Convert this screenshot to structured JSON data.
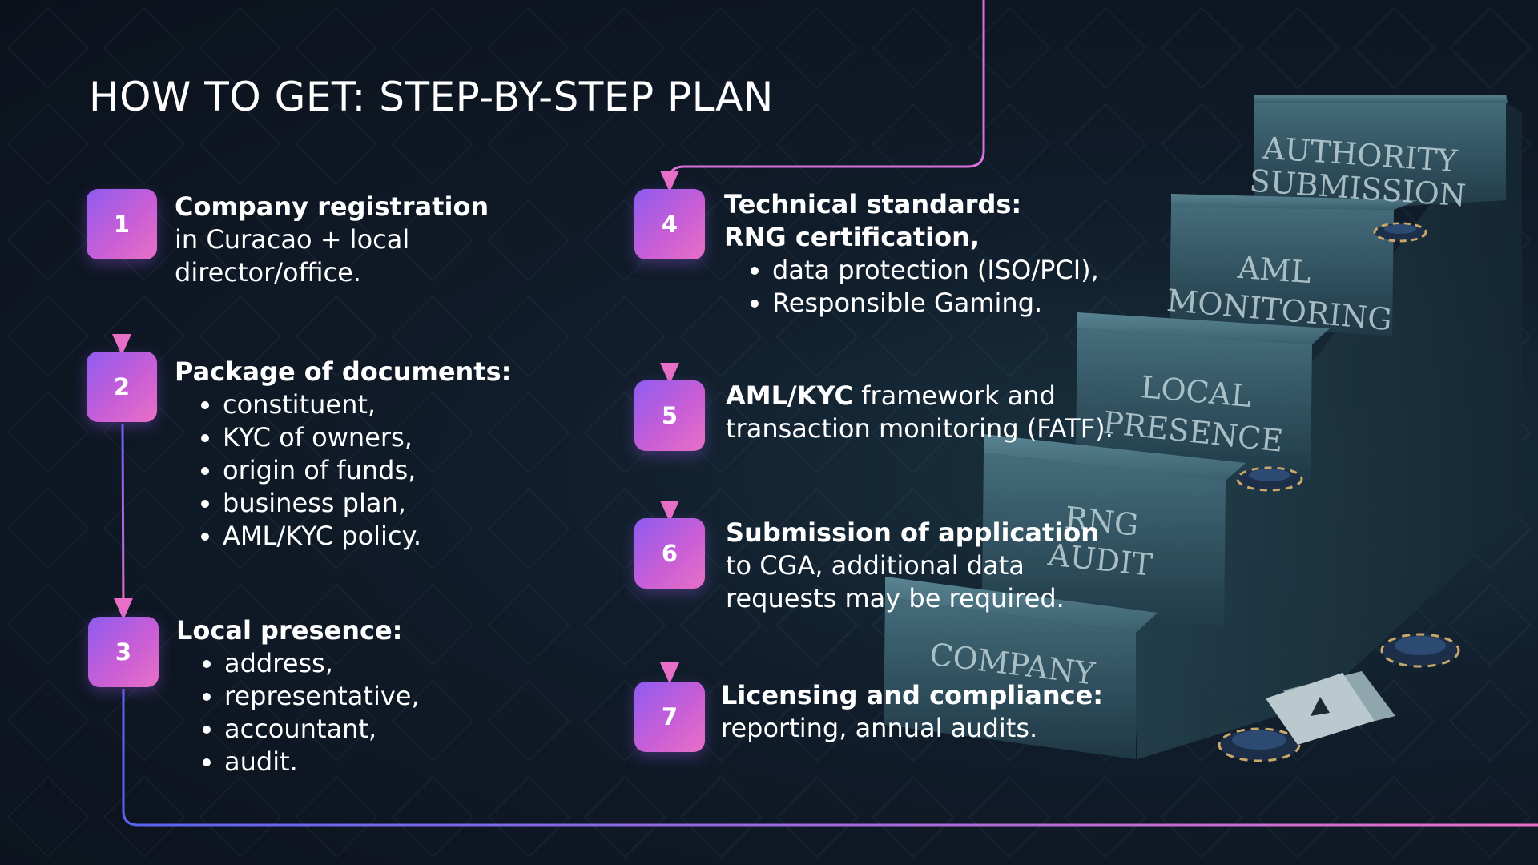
{
  "title": "HOW TO GET: STEP-BY-STEP PLAN",
  "colors": {
    "accent_start": "#8e5cf0",
    "accent_end": "#e870c6",
    "line_start": "#6a5cf5",
    "line_end": "#e86fc8"
  },
  "steps": [
    {
      "number": "1",
      "heading": "Company registration",
      "lines": [
        "in Curacao + local",
        "director/office."
      ]
    },
    {
      "number": "2",
      "heading": "Package of documents:",
      "bullets": [
        "constituent,",
        "KYC of owners,",
        "origin of funds,",
        "business plan,",
        "AML/KYC policy."
      ]
    },
    {
      "number": "3",
      "heading": "Local presence:",
      "bullets": [
        "address,",
        "representative,",
        "accountant,",
        "audit."
      ]
    },
    {
      "number": "4",
      "heading": "Technical standards:",
      "heading2": "RNG certification,",
      "bullets": [
        "data protection (ISO/PCI),",
        "Responsible Gaming."
      ]
    },
    {
      "number": "5",
      "heading": "AML/KYC",
      "heading_tail": " framework and",
      "lines": [
        "transaction monitoring (FATF)."
      ]
    },
    {
      "number": "6",
      "heading": "Submission of application",
      "lines": [
        "to CGA, additional data",
        "requests may be required."
      ]
    },
    {
      "number": "7",
      "heading": "Licensing and compliance:",
      "lines": [
        "reporting, annual audits."
      ]
    }
  ],
  "stairs": {
    "step_labels": [
      [
        "AUTHORITY",
        "SUBMISSION"
      ],
      [
        "AML",
        "MONITORING"
      ],
      [
        "LOCAL",
        "PRESENCE"
      ],
      [
        "RNG",
        "AUDIT"
      ],
      [
        "COMPANY"
      ]
    ]
  }
}
